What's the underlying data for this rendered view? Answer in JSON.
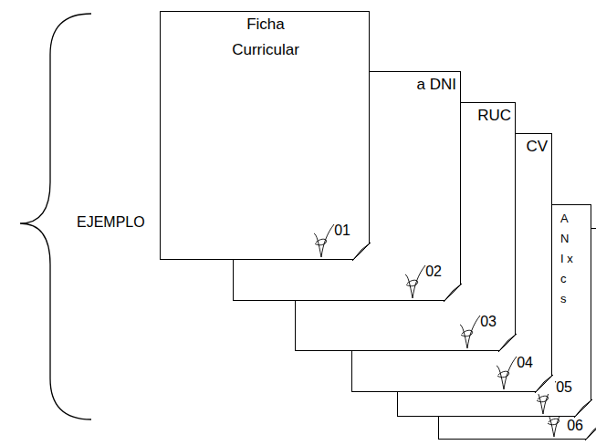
{
  "diagram": {
    "nodes": [
      {
        "text": [
          "Ficha Curricular",
          "01"
        ]
      },
      {
        "text": [
          "a DNI",
          "02"
        ]
      },
      {
        "text": [
          "RUC",
          "03"
        ]
      },
      {
        "text": [
          "CV",
          "04"
        ]
      },
      {
        "text": [
          "A N I x c s",
          "05"
        ]
      },
      {
        "text": [
          "06"
        ]
      }
    ],
    "labels": [
      "EJEMPLO"
    ]
  }
}
